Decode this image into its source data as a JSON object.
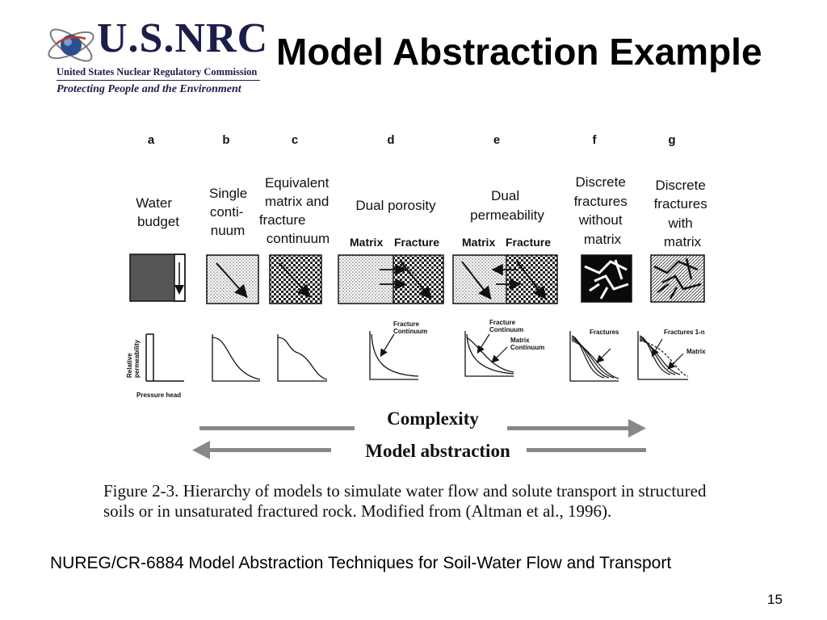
{
  "title": "Model Abstraction Example",
  "logo": {
    "wordmark": "U.S.NRC",
    "organization": "United States Nuclear Regulatory Commission",
    "tagline": "Protecting People and the Environment"
  },
  "figure": {
    "columns": [
      {
        "letter": "a",
        "label_lines": [
          "Water",
          "budget"
        ]
      },
      {
        "letter": "b",
        "label_lines": [
          "Single",
          "conti-",
          "nuum"
        ]
      },
      {
        "letter": "c",
        "label_lines": [
          "Equivalent",
          "matrix and",
          "fracture",
          "continuum"
        ]
      },
      {
        "letter": "d",
        "label_lines": [
          "Dual porosity"
        ],
        "sub_labels": [
          "Matrix",
          "Fracture"
        ],
        "curve_labels": [
          "Fracture",
          "Continuum"
        ]
      },
      {
        "letter": "e",
        "label_lines": [
          "Dual",
          "permeability"
        ],
        "sub_labels": [
          "Matrix",
          "Fracture"
        ],
        "curve_labels": [
          "Fracture",
          "Continuum",
          "Matrix",
          "Continuum"
        ]
      },
      {
        "letter": "f",
        "label_lines": [
          "Discrete",
          "fractures",
          "without",
          "matrix"
        ],
        "curve_labels": [
          "Fractures"
        ]
      },
      {
        "letter": "g",
        "label_lines": [
          "Discrete",
          "fractures",
          "with",
          "matrix"
        ],
        "curve_labels": [
          "Fractures 1-n",
          "Matrix"
        ]
      }
    ],
    "y_axis_label_lines": [
      "Relative",
      "permeability"
    ],
    "x_axis_label": "Pressure head",
    "complexity_label": "Complexity",
    "abstraction_label": "Model abstraction",
    "caption_lines": [
      "Figure 2-3. Hierarchy of models to simulate water flow and solute transport in structured",
      "soils or in unsaturated fractured rock. Modified from (Altman et al., 1996)."
    ]
  },
  "footer": "NUREG/CR-6884  Model Abstraction Techniques for Soil-Water Flow and Transport",
  "page_number": "15"
}
